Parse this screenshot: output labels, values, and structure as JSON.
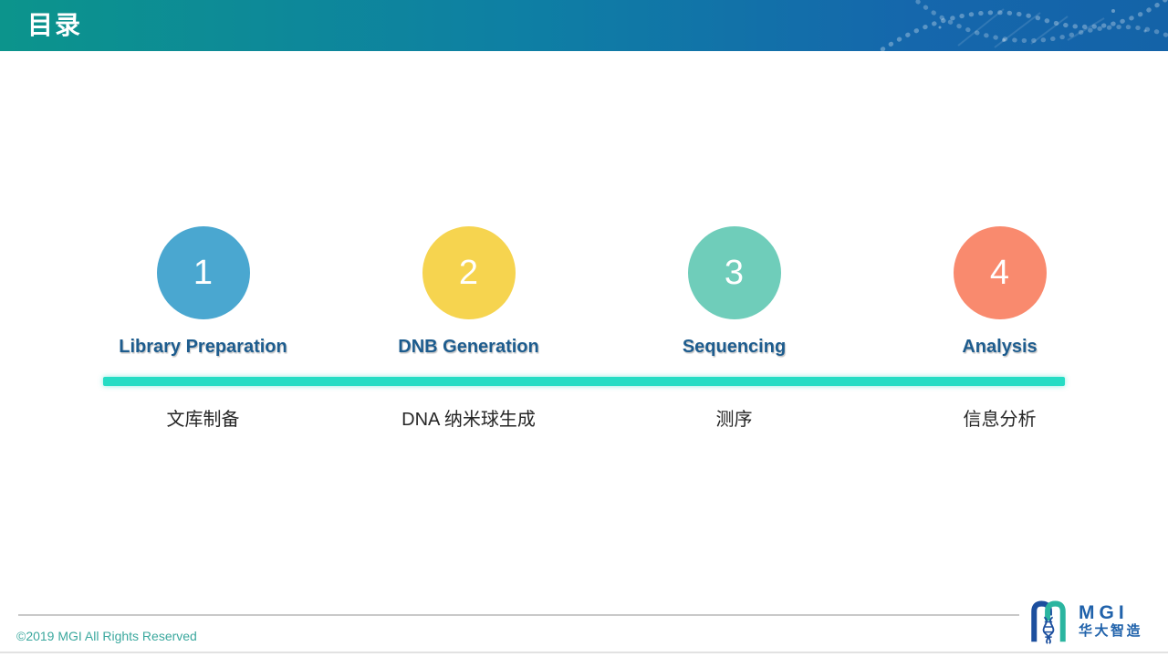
{
  "header": {
    "title": "目录"
  },
  "steps": [
    {
      "number": "1",
      "name_en": "Library Preparation",
      "name_zh": "文库制备",
      "color": "#4AA7D0"
    },
    {
      "number": "2",
      "name_en": "DNB Generation",
      "name_zh": "DNA 纳米球生成",
      "color": "#F6D44F"
    },
    {
      "number": "3",
      "name_en": "Sequencing",
      "name_zh": "测序",
      "color": "#6FCDBA"
    },
    {
      "number": "4",
      "name_en": "Analysis",
      "name_zh": "信息分析",
      "color": "#F98A6E"
    }
  ],
  "divider_color": "#25DCC4",
  "footer": {
    "copyright": "©2019 MGI All Rights Reserved",
    "logo": {
      "text": "MGI",
      "subtext": "华大智造"
    }
  },
  "colors": {
    "header_gradient_start": "#0C948C",
    "header_gradient_end": "#1463A8",
    "label_blue": "#1D5C8E",
    "chinese_text": "#262626",
    "copyright_teal": "#3BA89E",
    "logo_blue": "#1C4F9E",
    "logo_teal": "#2BB5A0"
  }
}
